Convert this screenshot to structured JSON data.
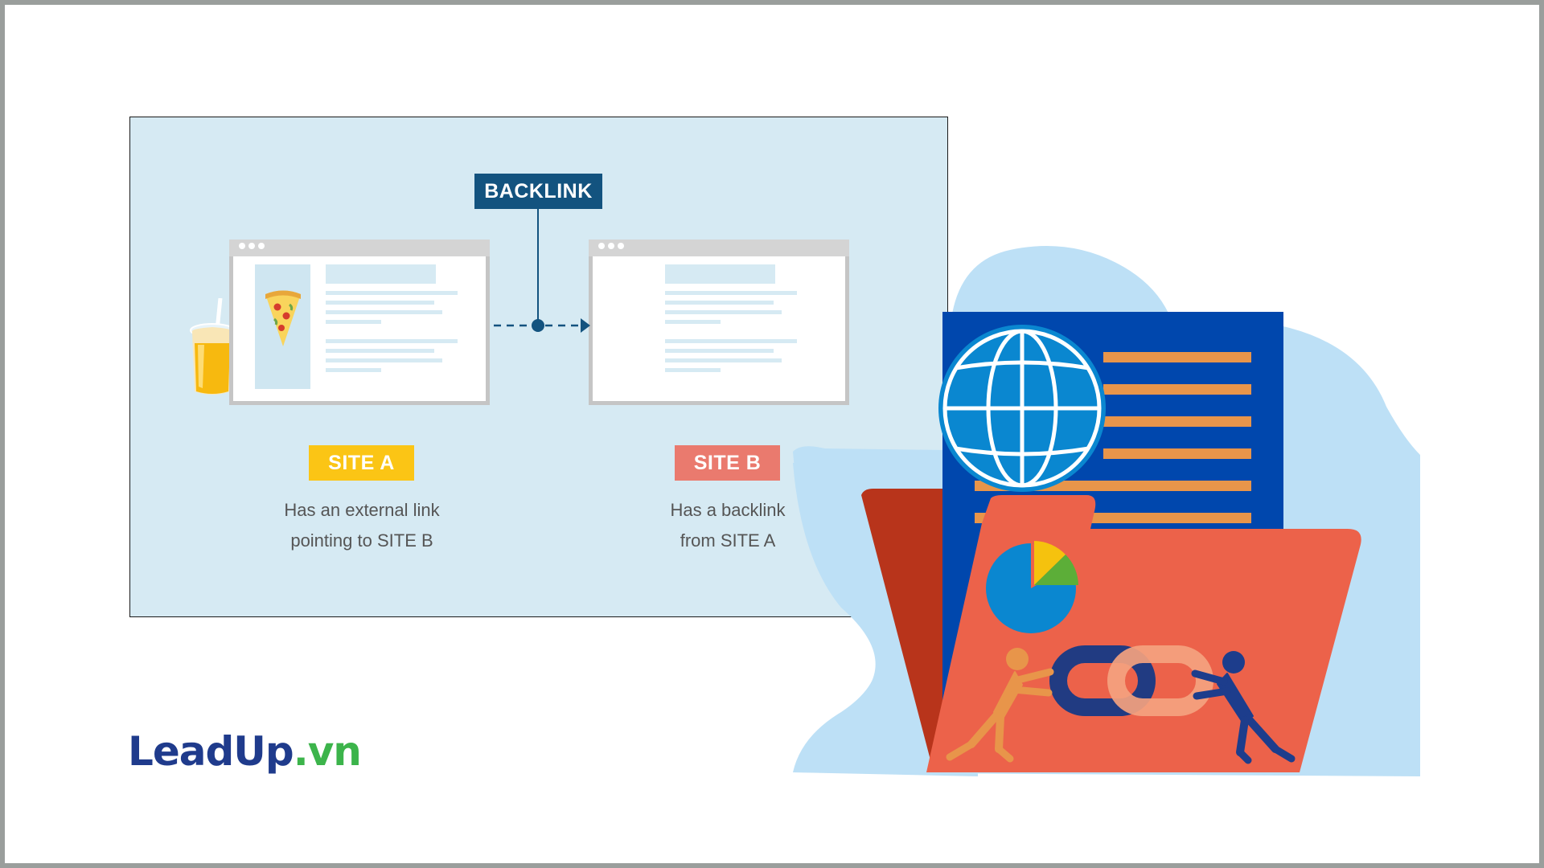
{
  "diagram": {
    "backlink_label": "BACKLINK",
    "site_a": {
      "label": "SITE A",
      "caption_line1": "Has an external link",
      "caption_line2": "pointing to SITE B"
    },
    "site_b": {
      "label": "SITE B",
      "caption_line1": "Has a backlink",
      "caption_line2": "from SITE A"
    }
  },
  "logo": {
    "main": "LeadUp",
    "suffix": ".vn"
  },
  "colors": {
    "panel_bg": "#d6eaf3",
    "backlink_blue": "#13537f",
    "site_a_yellow": "#fbc515",
    "site_b_salmon": "#ea7a6e",
    "folder_orange": "#ec624a",
    "document_blue": "#0047ad",
    "logo_navy": "#1f3b8c",
    "logo_green": "#3cb44b"
  },
  "icons": [
    "pizza-icon",
    "juice-cup-icon",
    "globe-icon",
    "pie-chart-icon",
    "chain-link-icon",
    "folder-icon",
    "document-icon"
  ]
}
